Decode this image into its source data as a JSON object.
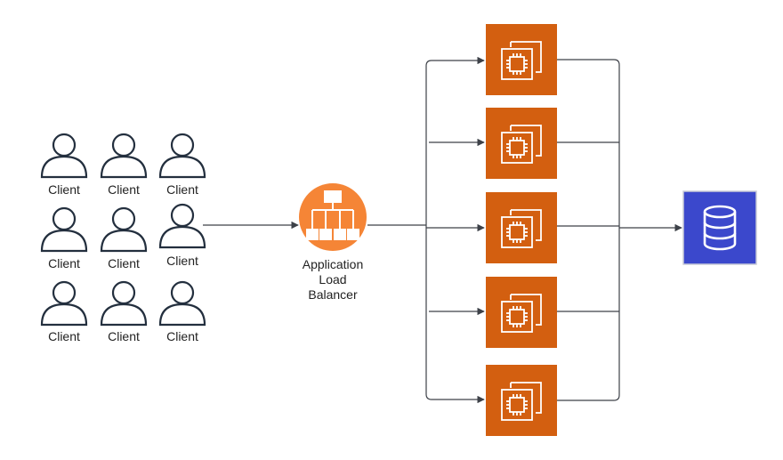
{
  "clients": [
    {
      "label": "Client"
    },
    {
      "label": "Client"
    },
    {
      "label": "Client"
    },
    {
      "label": "Client"
    },
    {
      "label": "Client"
    },
    {
      "label": "Client"
    },
    {
      "label": "Client"
    },
    {
      "label": "Client"
    },
    {
      "label": "Client"
    }
  ],
  "load_balancer": {
    "label_line1": "Application",
    "label_line2": "Load",
    "label_line3": "Balancer",
    "icon": "load-balancer-icon",
    "color": "#ED7100"
  },
  "instances": [
    {
      "icon": "ec2-instance-icon"
    },
    {
      "icon": "ec2-instance-icon"
    },
    {
      "icon": "ec2-instance-icon"
    },
    {
      "icon": "ec2-instance-icon"
    },
    {
      "icon": "ec2-instance-icon"
    }
  ],
  "instance_color": "#D35F10",
  "database": {
    "icon": "database-icon",
    "color": "#3B48CC"
  },
  "line_color": "#3d4148",
  "person_stroke": "#232f3e"
}
